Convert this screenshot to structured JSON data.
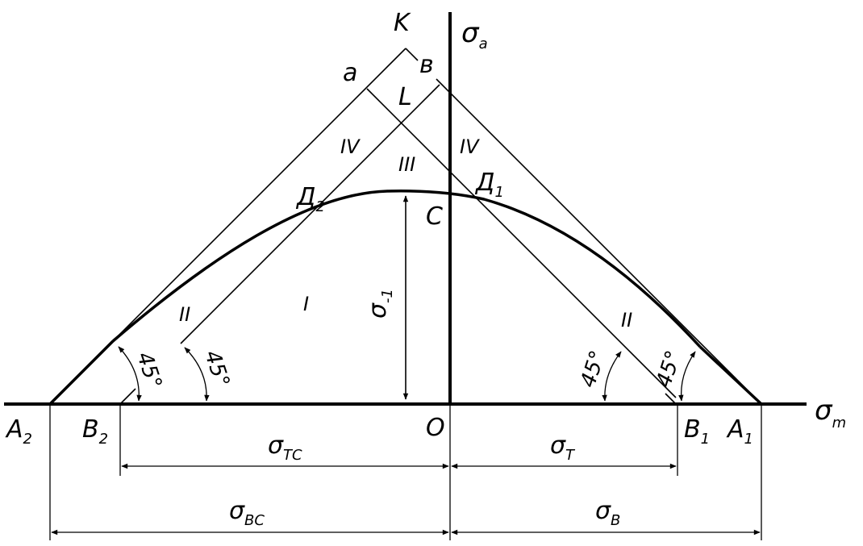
{
  "axes": {
    "vertical": {
      "symbol": "σ",
      "sub": "a"
    },
    "horizontal": {
      "symbol": "σ",
      "sub": "m"
    }
  },
  "points": {
    "K": "K",
    "a": "a",
    "b": "в",
    "L": "L",
    "C": "C",
    "O": "O",
    "D2": {
      "main": "Д",
      "sub": "2"
    },
    "D1": {
      "main": "Д",
      "sub": "1"
    },
    "A2": {
      "main": "A",
      "sub": "2"
    },
    "B2": {
      "main": "B",
      "sub": "2"
    },
    "B1": {
      "main": "B",
      "sub": "1"
    },
    "A1": {
      "main": "A",
      "sub": "1"
    }
  },
  "regions": {
    "IV_left": "IV",
    "IV_right": "IV",
    "III": "III",
    "II_left": "II",
    "II_right": "II",
    "I": "I"
  },
  "angles": [
    "45°",
    "45°",
    "45°",
    "45°"
  ],
  "dimensions": {
    "sigma_minus1": {
      "symbol": "σ",
      "sub": "-1"
    },
    "sigma_TC": {
      "symbol": "σ",
      "sub": "TC"
    },
    "sigma_T": {
      "symbol": "σ",
      "sub": "T"
    },
    "sigma_BC": {
      "symbol": "σ",
      "sub": "BC"
    },
    "sigma_B": {
      "symbol": "σ",
      "sub": "B"
    }
  }
}
